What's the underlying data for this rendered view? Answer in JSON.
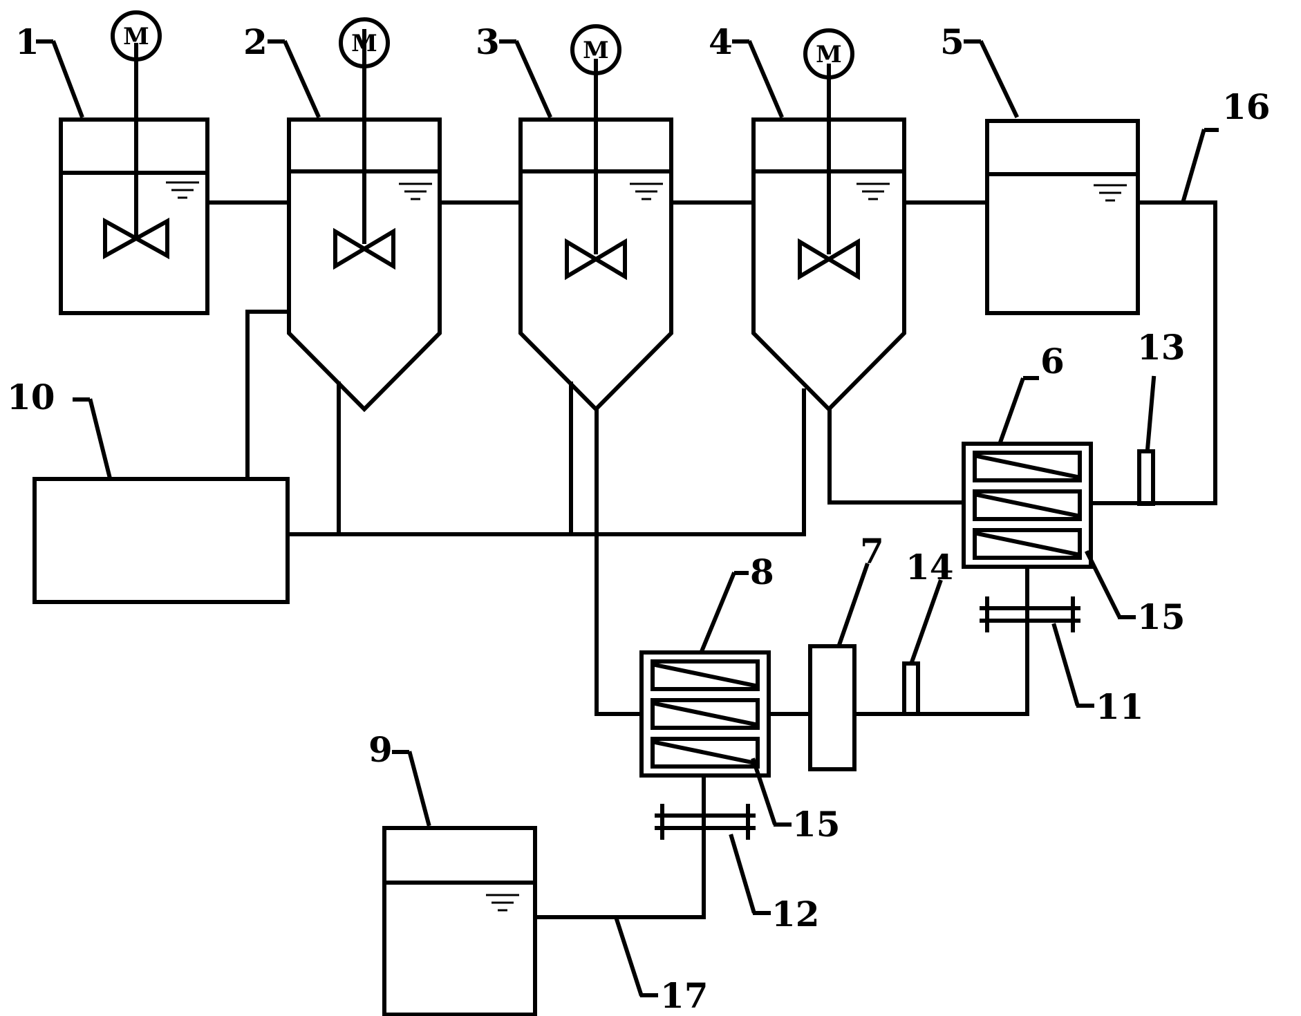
{
  "motor_label": "M",
  "labels": {
    "n1": "1",
    "n2": "2",
    "n3": "3",
    "n4": "4",
    "n5": "5",
    "n6": "6",
    "n7": "7",
    "n8": "8",
    "n9": "9",
    "n10": "10",
    "n11": "11",
    "n12": "12",
    "n13": "13",
    "n14": "14",
    "n15a": "15",
    "n15b": "15",
    "n16": "16",
    "n17": "17"
  },
  "colors": {
    "line": "#000000",
    "background": "#ffffff"
  }
}
